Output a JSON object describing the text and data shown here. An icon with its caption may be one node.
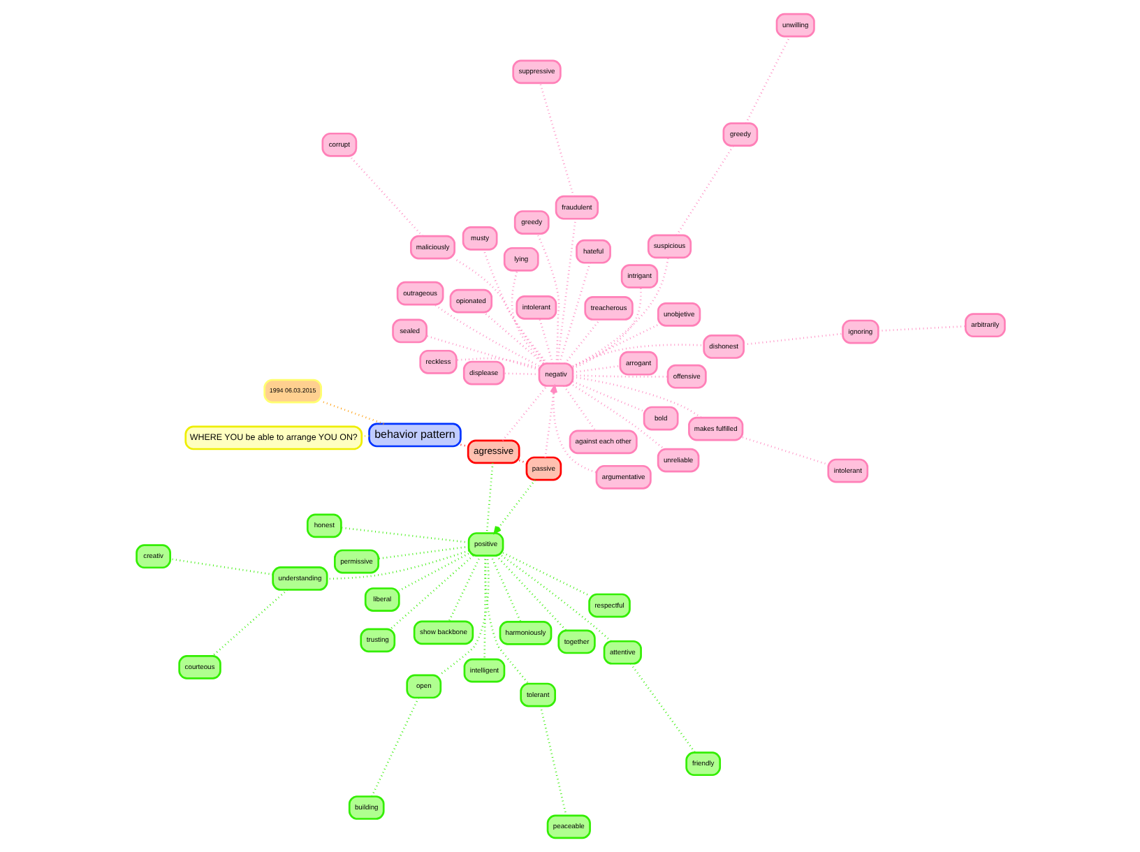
{
  "diagram": {
    "nodes": [
      {
        "text": [
          "behavior pattern"
        ]
      },
      {
        "text": [
          "WHERE YOU be able to arrange YOU ON?"
        ]
      },
      {
        "text": [
          "1994 06.03.2015"
        ]
      },
      {
        "text": [
          "agressive"
        ]
      },
      {
        "text": [
          "positive"
        ]
      },
      {
        "text": [
          "passive"
        ]
      },
      {
        "text": [
          "negativ"
        ]
      },
      {
        "text": [
          "peaceable"
        ]
      },
      {
        "text": [
          "show backbone"
        ]
      },
      {
        "text": [
          "harmoniously"
        ]
      },
      {
        "text": [
          "tolerant"
        ]
      },
      {
        "text": [
          "building"
        ]
      },
      {
        "text": [
          "open"
        ]
      },
      {
        "text": [
          "respectful"
        ]
      },
      {
        "text": [
          "honest"
        ]
      },
      {
        "text": [
          "intelligent"
        ]
      },
      {
        "text": [
          "together"
        ]
      },
      {
        "text": [
          "permissive"
        ]
      },
      {
        "text": [
          "liberal"
        ]
      },
      {
        "text": [
          "trusting"
        ]
      },
      {
        "text": [
          "understanding"
        ]
      },
      {
        "text": [
          "courteous"
        ]
      },
      {
        "text": [
          "attentive"
        ]
      },
      {
        "text": [
          "friendly"
        ]
      },
      {
        "text": [
          "creativ"
        ]
      },
      {
        "text": [
          "bold"
        ]
      },
      {
        "text": [
          "intrigant"
        ]
      },
      {
        "text": [
          "intolerant"
        ]
      },
      {
        "text": [
          "against each other"
        ]
      },
      {
        "text": [
          "unreliable"
        ]
      },
      {
        "text": [
          "treacherous"
        ]
      },
      {
        "text": [
          "arrogant"
        ]
      },
      {
        "text": [
          "displease"
        ]
      },
      {
        "text": [
          "lying"
        ]
      },
      {
        "text": [
          "dishonest"
        ]
      },
      {
        "text": [
          "ignoring"
        ]
      },
      {
        "text": [
          "arbitrarily"
        ]
      },
      {
        "text": [
          "hateful"
        ]
      },
      {
        "text": [
          "outrageous"
        ]
      },
      {
        "text": [
          "sealed"
        ]
      },
      {
        "text": [
          "greedy"
        ]
      },
      {
        "text": [
          "musty"
        ]
      },
      {
        "text": [
          "opionated"
        ]
      },
      {
        "text": [
          "unobjetive"
        ]
      },
      {
        "text": [
          "suspicious"
        ]
      },
      {
        "text": [
          "maliciously"
        ]
      },
      {
        "text": [
          "makes fulfilled"
        ]
      },
      {
        "text": [
          "fraudulent"
        ]
      },
      {
        "text": [
          "greedy"
        ]
      },
      {
        "text": [
          "offensive"
        ]
      },
      {
        "text": [
          "reckless"
        ]
      },
      {
        "text": [
          "intolerant"
        ]
      },
      {
        "text": [
          "unwilling"
        ]
      },
      {
        "text": [
          "corrupt"
        ]
      },
      {
        "text": [
          "suppressive"
        ]
      },
      {
        "text": [
          "argumentative"
        ]
      }
    ],
    "edges": [
      {
        "from": 0,
        "to": 1,
        "arrow": "none",
        "color": "#e8e800"
      },
      {
        "from": 0,
        "to": 2,
        "arrow": "none",
        "color": "#ff9900"
      },
      {
        "from": 0,
        "to": 3,
        "arrow": "none",
        "color": "#ff0000"
      },
      {
        "from": 3,
        "to": 5,
        "arrow": "none",
        "color": "#ff0000"
      },
      {
        "from": 3,
        "to": 4,
        "arrow": "none",
        "color": "#33ee00"
      },
      {
        "from": 3,
        "to": 6,
        "arrow": "none"
      },
      {
        "from": 5,
        "to": 4,
        "arrow": "to",
        "color": "#33ee00"
      },
      {
        "from": 5,
        "to": 6,
        "arrow": "to"
      },
      {
        "from": 4,
        "to": 8,
        "arrow": "none",
        "color": "#33ee00"
      },
      {
        "from": 4,
        "to": 9,
        "arrow": "none",
        "color": "#33ee00"
      },
      {
        "from": 4,
        "to": 10,
        "arrow": "none",
        "color": "#33ee00"
      },
      {
        "from": 10,
        "to": 7,
        "arrow": "none",
        "color": "#33ee00"
      },
      {
        "from": 4,
        "to": 12,
        "arrow": "none",
        "color": "#33ee00"
      },
      {
        "from": 12,
        "to": 11,
        "arrow": "none",
        "color": "#33ee00"
      },
      {
        "from": 4,
        "to": 13,
        "arrow": "none",
        "color": "#33ee00"
      },
      {
        "from": 4,
        "to": 14,
        "arrow": "none",
        "color": "#33ee00"
      },
      {
        "from": 4,
        "to": 15,
        "arrow": "none",
        "color": "#33ee00"
      },
      {
        "from": 4,
        "to": 16,
        "arrow": "none",
        "color": "#33ee00"
      },
      {
        "from": 4,
        "to": 17,
        "arrow": "none",
        "color": "#33ee00"
      },
      {
        "from": 4,
        "to": 18,
        "arrow": "none",
        "color": "#33ee00"
      },
      {
        "from": 4,
        "to": 19,
        "arrow": "none",
        "color": "#33ee00"
      },
      {
        "from": 4,
        "to": 20,
        "arrow": "none",
        "color": "#33ee00"
      },
      {
        "from": 20,
        "to": 21,
        "arrow": "none",
        "color": "#33ee00"
      },
      {
        "from": 4,
        "to": 22,
        "arrow": "none",
        "color": "#33ee00"
      },
      {
        "from": 22,
        "to": 23,
        "arrow": "none",
        "color": "#33ee00"
      },
      {
        "from": 20,
        "to": 24,
        "arrow": "none",
        "color": "#33ee00"
      },
      {
        "from": 6,
        "to": 25,
        "arrow": "none"
      },
      {
        "from": 6,
        "to": 26,
        "arrow": "none"
      },
      {
        "from": 6,
        "to": 27,
        "arrow": "none"
      },
      {
        "from": 6,
        "to": 28,
        "arrow": "none"
      },
      {
        "from": 6,
        "to": 29,
        "arrow": "none"
      },
      {
        "from": 6,
        "to": 30,
        "arrow": "none"
      },
      {
        "from": 6,
        "to": 31,
        "arrow": "none"
      },
      {
        "from": 6,
        "to": 32,
        "arrow": "none"
      },
      {
        "from": 6,
        "to": 33,
        "arrow": "none"
      },
      {
        "from": 6,
        "to": 34,
        "arrow": "none"
      },
      {
        "from": 34,
        "to": 35,
        "arrow": "none"
      },
      {
        "from": 35,
        "to": 36,
        "arrow": "none"
      },
      {
        "from": 6,
        "to": 37,
        "arrow": "none"
      },
      {
        "from": 6,
        "to": 38,
        "arrow": "none"
      },
      {
        "from": 6,
        "to": 39,
        "arrow": "none"
      },
      {
        "from": 6,
        "to": 40,
        "arrow": "none"
      },
      {
        "from": 6,
        "to": 41,
        "arrow": "none"
      },
      {
        "from": 6,
        "to": 42,
        "arrow": "none"
      },
      {
        "from": 6,
        "to": 43,
        "arrow": "none"
      },
      {
        "from": 6,
        "to": 44,
        "arrow": "none"
      },
      {
        "from": 6,
        "to": 45,
        "arrow": "none"
      },
      {
        "from": 6,
        "to": 46,
        "arrow": "none"
      },
      {
        "from": 6,
        "to": 47,
        "arrow": "none"
      },
      {
        "from": 44,
        "to": 48,
        "arrow": "none"
      },
      {
        "from": 6,
        "to": 49,
        "arrow": "none"
      },
      {
        "from": 6,
        "to": 50,
        "arrow": "none"
      },
      {
        "from": 46,
        "to": 51,
        "arrow": "none"
      },
      {
        "from": 48,
        "to": 52,
        "arrow": "none"
      },
      {
        "from": 45,
        "to": 53,
        "arrow": "none"
      },
      {
        "from": 47,
        "to": 54,
        "arrow": "none"
      },
      {
        "from": 6,
        "to": 55,
        "arrow": "none"
      }
    ]
  }
}
